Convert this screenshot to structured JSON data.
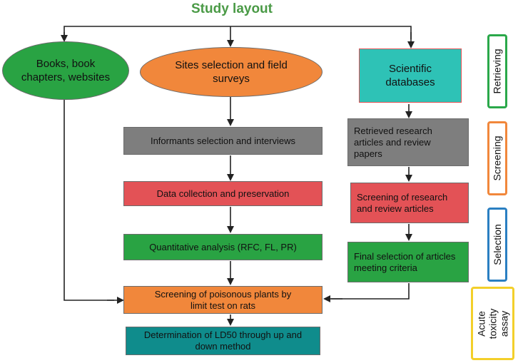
{
  "title": "Study layout",
  "sources": {
    "books": "Books, book chapters, websites",
    "sites": "Sites selection and field surveys",
    "databases": "Scientific databases"
  },
  "middle_steps": [
    "Informants selection and interviews",
    "Data collection and preservation",
    "Quantitative analysis (RFC, FL, PR)"
  ],
  "right_steps": [
    "Retrieved research articles and review papers",
    "Screening of research and review articles",
    "Final selection of articles meeting criteria"
  ],
  "bottom_steps": [
    "Screening of poisonous plants by limit test on rats",
    "Determination of LD50 through up and down method"
  ],
  "side_labels": {
    "retrieving": "Retrieving",
    "screening": "Screening",
    "selection": "Selection",
    "acute": "Acute toxicity assay"
  },
  "colors": {
    "title": "#4a9a46",
    "retrieving": "#2aa84a",
    "screening": "#f1873b",
    "selection": "#2a7fc2",
    "acute": "#f3cf2a"
  }
}
